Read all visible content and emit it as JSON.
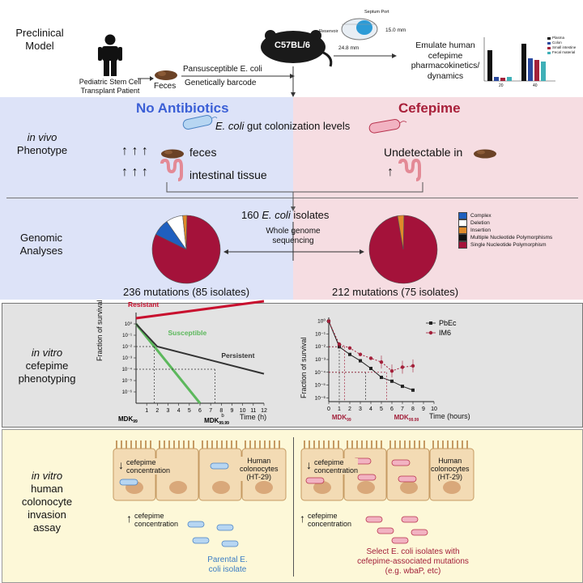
{
  "preclinical": {
    "label_line1": "Preclinical",
    "label_line2": "Model",
    "patient_line1": "Pediatric Stem Cell",
    "patient_line2": "Transplant Patient",
    "feces": "Feces",
    "arrow_top": "Pansusceptible E. coli",
    "arrow_bottom": "Genetically barcode",
    "mouse_strain": "C57BL/6",
    "septum_port": "Septum Port",
    "reservoir": "Reservoir",
    "dim_height": "15.0 mm",
    "dim_width": "24.8 mm",
    "emulate_line1": "Emulate human",
    "emulate_line2": "cefepime",
    "emulate_line3": "pharmacokinetics/",
    "emulate_line4": "dynamics",
    "mini_legend": [
      "Plasma",
      "Colon",
      "Small intestine",
      "Fecal material"
    ],
    "mini_legend_colors": [
      "#111111",
      "#2b4aa0",
      "#a3203a",
      "#3fb0b8"
    ],
    "mini_x": [
      "20",
      "40"
    ]
  },
  "columns": {
    "left_title": "No Antibiotics",
    "right_title": "Cefepime",
    "left_color": "#3b5fd6",
    "right_color": "#a8203a"
  },
  "invivo": {
    "label_line1": "in vivo",
    "label_line2": "Phenotype",
    "colonization_italic": "E. coli",
    "colonization_rest": " gut colonization levels",
    "arrows_up": "↑ ↑ ↑",
    "feces": "feces",
    "intestinal": "intestinal tissue",
    "undetectable": "Undetectable in",
    "single_up": "↑"
  },
  "genomic": {
    "label_line1": "Genomic",
    "label_line2": "Analyses",
    "isolates_num": "160 ",
    "isolates_italic": "E. coli",
    "isolates_rest": " isolates",
    "wgs_line1": "Whole genome",
    "wgs_line2": "sequencing",
    "left_caption": "236 mutations (85 isolates)",
    "right_caption": "212 mutations (75 isolates)",
    "legend": [
      {
        "label": "Complex",
        "color": "#1f5fbf"
      },
      {
        "label": "Deletion",
        "color": "#ffffff"
      },
      {
        "label": "Insertion",
        "color": "#e08a2a"
      },
      {
        "label": "Multiple Nucleotide Polymorphisms",
        "color": "#111111"
      },
      {
        "label": "Single Nucleotide Polymorphism",
        "color": "#a4123a"
      }
    ],
    "left_pie": [
      {
        "label": "Single Nucleotide Polymorphism",
        "value": 0.82,
        "color": "#a4123a"
      },
      {
        "label": "Complex",
        "value": 0.08,
        "color": "#1f5fbf"
      },
      {
        "label": "Deletion",
        "value": 0.08,
        "color": "#ffffff"
      },
      {
        "label": "Insertion",
        "value": 0.02,
        "color": "#e08a2a"
      }
    ],
    "right_pie": [
      {
        "label": "Single Nucleotide Polymorphism",
        "value": 0.97,
        "color": "#a4123a"
      },
      {
        "label": "Insertion",
        "value": 0.03,
        "color": "#e08a2a"
      }
    ]
  },
  "invitro_phenotyping": {
    "label_line1": "in vitro",
    "label_line2": "cefepime",
    "label_line3": "phenotyping"
  },
  "chart_data": [
    {
      "type": "line",
      "ylabel": "Fraction of survival",
      "xlabel": "Time (h)",
      "x_ticks": [
        "1",
        "2",
        "3",
        "4",
        "5",
        "6",
        "7",
        "8",
        "9",
        "10",
        "11",
        "12"
      ],
      "y_ticks": [
        "10⁰",
        "10⁻¹",
        "10⁻²",
        "10⁻³",
        "10⁻⁴",
        "10⁻⁵",
        "10⁻⁶"
      ],
      "series": [
        {
          "name": "Resistant",
          "color": "#c8102e",
          "x": [
            0,
            12
          ],
          "y": [
            0.5,
            2
          ]
        },
        {
          "name": "Susceptible",
          "color": "#5cb85c",
          "x": [
            0,
            6
          ],
          "y": [
            0,
            -7
          ]
        },
        {
          "name": "Persistent",
          "color": "#333333",
          "x": [
            0,
            2,
            12
          ],
          "y": [
            0,
            -2,
            -4.4
          ]
        }
      ],
      "annotations": {
        "mdk99": "MDK",
        "mdk99_sub": "99",
        "mdk9999": "MDK",
        "mdk9999_sub": "99.99",
        "b_mark": "b"
      }
    },
    {
      "type": "line",
      "ylabel": "Fraction of survival",
      "xlabel": "Time (hours)",
      "x_ticks": [
        "0",
        "1",
        "2",
        "3",
        "4",
        "5",
        "6",
        "7",
        "8",
        "9",
        "10"
      ],
      "y_ticks": [
        "10⁰",
        "10⁻¹",
        "10⁻²",
        "10⁻³",
        "10⁻⁴",
        "10⁻⁵",
        "10⁻⁶"
      ],
      "series": [
        {
          "name": "PbEc",
          "color": "#222222",
          "x": [
            0,
            1,
            2,
            3,
            4,
            5,
            6,
            7,
            8
          ],
          "y": [
            0,
            -2,
            -2.6,
            -3.1,
            -3.7,
            -4.4,
            -4.7,
            -5.1,
            -5.4
          ]
        },
        {
          "name": "IM6",
          "color": "#a3203a",
          "x": [
            0,
            1,
            2,
            3,
            4,
            5,
            6,
            7,
            8
          ],
          "y": [
            0,
            -1.8,
            -2.1,
            -2.6,
            -2.9,
            -3.2,
            -3.9,
            -3.6,
            -3.5
          ]
        }
      ],
      "annotations": {
        "mdk99": "MDK",
        "mdk99_sub": "99",
        "mdk9999": "MDK",
        "mdk9999_sub": "99.99"
      }
    }
  ],
  "invasion": {
    "label_line1": "in vitro",
    "label_line2": "human",
    "label_line3": "colonocyte",
    "label_line4": "invasion",
    "label_line5": "assay",
    "down_conc_line1": "cefepime",
    "down_conc_line2": "concentration",
    "up_conc_line1": "cefepime",
    "up_conc_line2": "concentration",
    "human_line1": "Human",
    "human_line2": "colonocytes",
    "human_line3": "(HT-29)",
    "parental_line1": "Parental E.",
    "parental_line2": "coli isolate",
    "select_line1": "Select E. coli isolates with",
    "select_line2": "cefepime-associated mutations",
    "select_line3": "(e.g. wbaP, etc)"
  }
}
